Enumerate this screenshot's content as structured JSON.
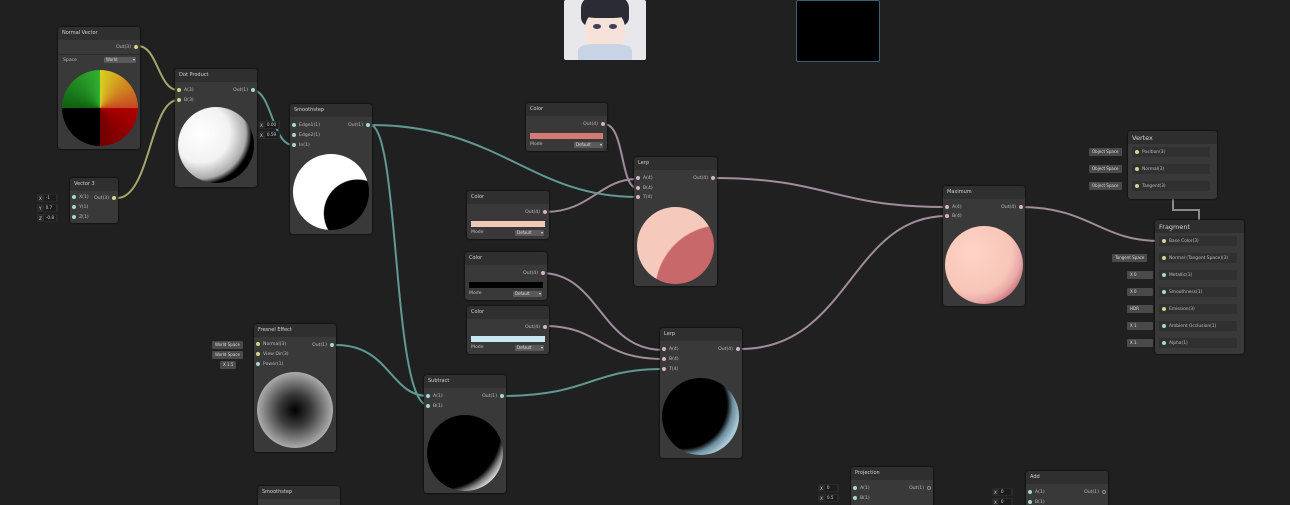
{
  "nodes": {
    "normal_vector": {
      "title": "Normal Vector",
      "out_port": "Out(3)",
      "space_label": "Space",
      "space_value": "World"
    },
    "vector3": {
      "title": "Vector 3",
      "fields": [
        {
          "axis": "X",
          "value": "-1"
        },
        {
          "axis": "Y",
          "value": "0.7"
        },
        {
          "axis": "Z",
          "value": "-0.8"
        }
      ],
      "ports": [
        "X(1)",
        "Y(1)",
        "Z(1)"
      ],
      "out_port": "Out(3)"
    },
    "dot_product": {
      "title": "Dot Product",
      "inputs": [
        "A(3)",
        "B(3)"
      ],
      "out_port": "Out(1)"
    },
    "smoothstep": {
      "title": "Smoothstep",
      "fields": [
        {
          "axis": "X",
          "value": "0.00"
        },
        {
          "axis": "X",
          "value": "0.59"
        }
      ],
      "inputs": [
        "Edge1(1)",
        "Edge2(1)",
        "In(1)"
      ],
      "out_port": "Out(1)"
    },
    "color_top": {
      "title": "Color",
      "out_port": "Out(4)",
      "mode_label": "Mode",
      "mode_value": "Default",
      "swatch": "#d47a78"
    },
    "color_peach": {
      "title": "Color",
      "out_port": "Out(4)",
      "mode_label": "Mode",
      "mode_value": "Default",
      "swatch": "#f3c7bc"
    },
    "color_black": {
      "title": "Color",
      "out_port": "Out(4)",
      "mode_label": "Mode",
      "mode_value": "Default",
      "swatch": "#000000"
    },
    "color_blue": {
      "title": "Color",
      "out_port": "Out(4)",
      "mode_label": "Mode",
      "mode_value": "Default",
      "swatch": "#c9e6f3"
    },
    "lerp1": {
      "title": "Lerp",
      "inputs": [
        "A(4)",
        "B(4)",
        "T(4)"
      ],
      "out_port": "Out(4)"
    },
    "lerp2": {
      "title": "Lerp",
      "inputs": [
        "A(4)",
        "B(4)",
        "T(4)"
      ],
      "out_port": "Out(4)"
    },
    "maximum": {
      "title": "Maximum",
      "inputs": [
        "A(4)",
        "B(4)"
      ],
      "out_port": "Out(4)"
    },
    "fresnel": {
      "title": "Fresnel Effect",
      "inputs": [
        {
          "pill": "World Space",
          "label": "Normal(3)"
        },
        {
          "pill": "World Space",
          "label": "View Dir(3)"
        },
        {
          "pill": "X 1.5",
          "label": "Power(1)"
        }
      ],
      "out_port": "Out(1)"
    },
    "subtract": {
      "title": "Subtract",
      "inputs": [
        "A(1)",
        "B(1)"
      ],
      "out_port": "Out(1)"
    },
    "smoothstep_bottom": {
      "title": "Smoothstep"
    },
    "projection": {
      "title": "Projection",
      "fields": [
        {
          "axis": "X",
          "value": "0"
        },
        {
          "axis": "X",
          "value": "0.5"
        }
      ],
      "inputs": [
        "A(1)",
        "B(1)"
      ],
      "out_port": "Out(1)"
    },
    "add": {
      "title": "Add",
      "fields": [
        {
          "axis": "X",
          "value": "0"
        },
        {
          "axis": "X",
          "value": "0"
        }
      ],
      "inputs": [
        "A(1)",
        "B(1)"
      ],
      "out_port": "Out(1)"
    }
  },
  "vertex": {
    "title": "Vertex",
    "rows": [
      {
        "pill": "Object Space",
        "label": "Position(3)"
      },
      {
        "pill": "Object Space",
        "label": "Normal(3)"
      },
      {
        "pill": "Object Space",
        "label": "Tangent(3)"
      }
    ]
  },
  "fragment": {
    "title": "Fragment",
    "rows": [
      {
        "pill": "",
        "label": "Base Color(3)"
      },
      {
        "pill": "Tangent Space",
        "label": "Normal (Tangent Space)(3)"
      },
      {
        "pill": "X 0",
        "label": "Metallic(1)"
      },
      {
        "pill": "X 0",
        "label": "Smoothness(1)"
      },
      {
        "pill": "HDR",
        "label": "Emission(3)"
      },
      {
        "pill": "X 1",
        "label": "Ambient Occlusion(1)"
      },
      {
        "pill": "X 1",
        "label": "Alpha(1)"
      }
    ]
  },
  "colors": {
    "canvas": "#202020",
    "node": "#393939",
    "wire_float": "#6a9f96",
    "wire_vec3": "#a6a66a",
    "wire_vec4": "#a08c9a"
  }
}
